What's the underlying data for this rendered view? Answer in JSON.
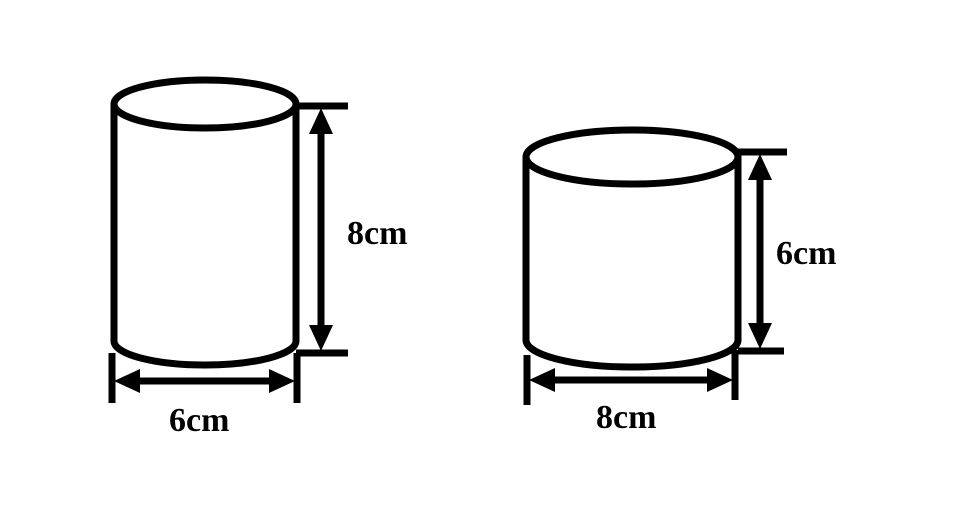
{
  "figure": {
    "cylinders": [
      {
        "id": "left",
        "height_label": "8cm",
        "diameter_label": "6cm"
      },
      {
        "id": "right",
        "height_label": "6cm",
        "diameter_label": "8cm"
      }
    ]
  }
}
